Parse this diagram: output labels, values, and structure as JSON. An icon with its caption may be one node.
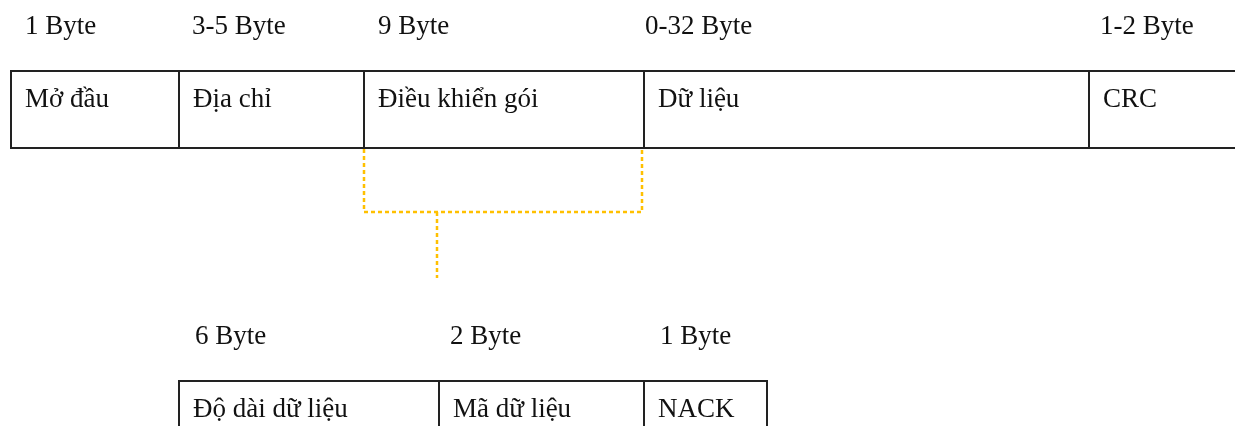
{
  "diagram": {
    "nodes": [
      {
        "text": [
          "Mở đầu"
        ],
        "beside": [
          "1 Byte"
        ]
      },
      {
        "text": [
          "Địa chỉ"
        ],
        "beside": [
          "3-5 Byte"
        ]
      },
      {
        "text": [
          "Điều khiển gói"
        ],
        "beside": [
          "9 Byte"
        ]
      },
      {
        "text": [
          "Dữ liệu"
        ],
        "beside": [
          "0-32 Byte"
        ]
      },
      {
        "text": [
          "CRC"
        ],
        "beside": [
          "1-2 Byte"
        ]
      },
      {
        "text": [
          "Độ dài dữ liệu"
        ],
        "beside": [
          "6 Byte"
        ]
      },
      {
        "text": [
          "Mã dữ liệu"
        ],
        "beside": [
          "2 Byte"
        ]
      },
      {
        "text": [
          "NACK"
        ],
        "beside": [
          "1 Byte"
        ]
      }
    ]
  }
}
